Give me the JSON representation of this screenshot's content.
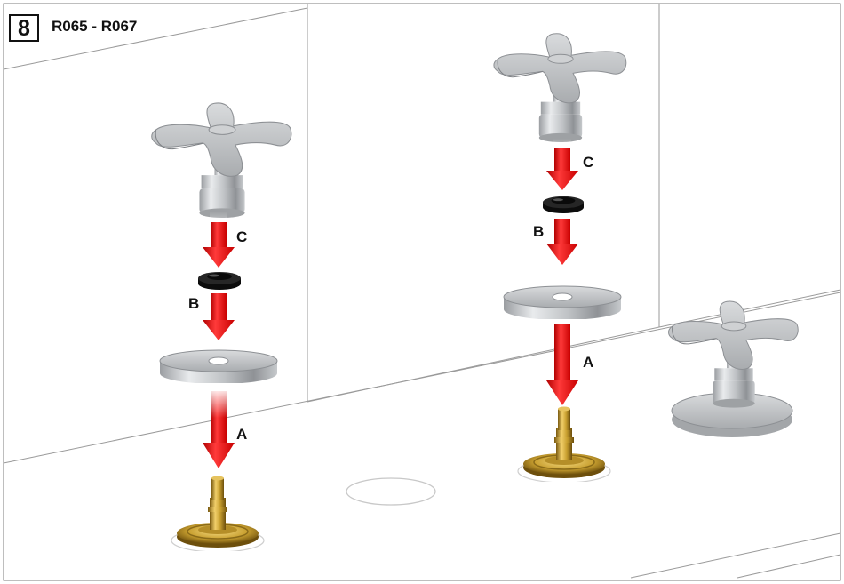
{
  "header": {
    "step_number": "8",
    "title": "R065 - R067"
  },
  "callouts": {
    "a": "A",
    "b": "B",
    "c": "C"
  },
  "icons": {
    "arrow": "red-gradient-down-arrow",
    "handle": "cross-handle-icon",
    "washer": "black-rubber-washer-icon",
    "flange": "chrome-flange-disc-icon",
    "valve": "brass-valve-stem-icon"
  },
  "colors": {
    "arrow_red": "#e01010",
    "brass": "#c9a030",
    "chrome": "#b8bbbe",
    "washer": "#141414",
    "outline": "#111111"
  }
}
